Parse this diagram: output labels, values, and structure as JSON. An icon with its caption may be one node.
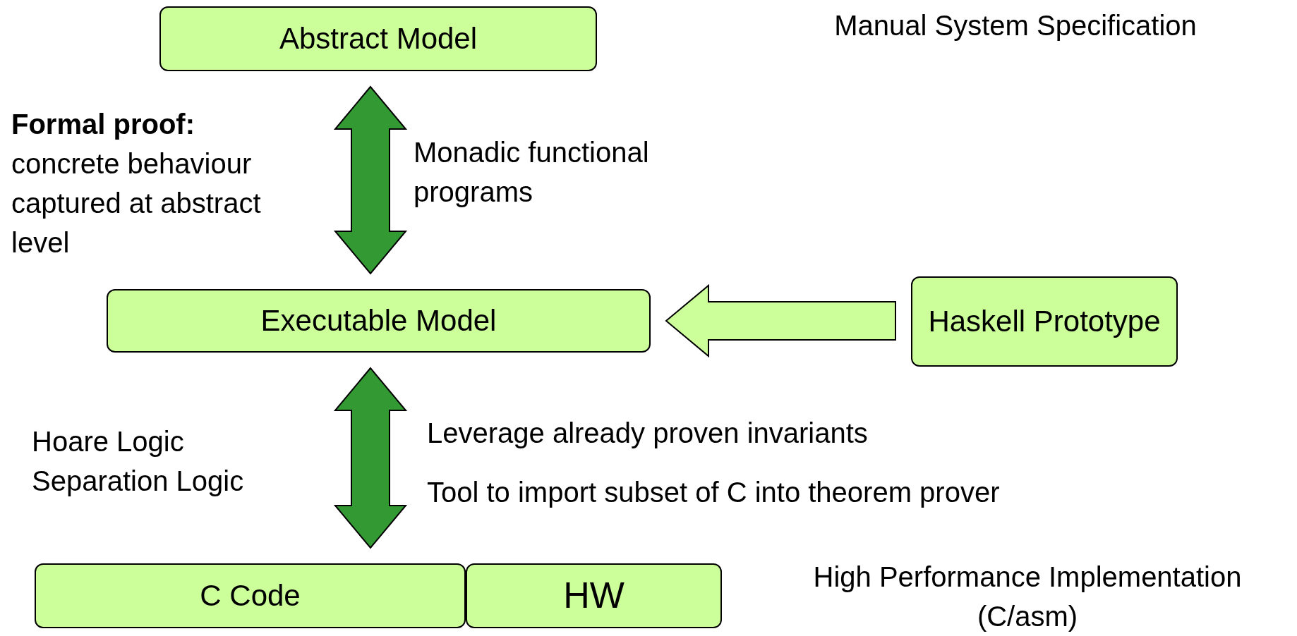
{
  "diagram": {
    "nodes": [
      {
        "text": [
          "Abstract Model"
        ]
      },
      {
        "text": [
          "Executable Model"
        ]
      },
      {
        "text": [
          "Haskell Prototype"
        ]
      },
      {
        "text": [
          "C Code"
        ]
      },
      {
        "text": [
          "HW"
        ]
      }
    ],
    "edges": [
      {
        "from": 0,
        "to": 1,
        "arrow": "both",
        "style": "thick"
      },
      {
        "from": 1,
        "to": 3,
        "arrow": "both",
        "style": "thick"
      },
      {
        "from": 2,
        "to": 1,
        "arrow": "to",
        "style": "thick",
        "color": "#ccff99"
      }
    ],
    "labels": [
      "Manual System Specification",
      "**Formal proof:** concrete behaviour captured at abstract level",
      "Monadic functional programs",
      "Hoare Logic Separation Logic",
      "Leverage already proven invariants",
      "Tool to import subset of C into theorem prover",
      "High Performance Implementation (C/asm)"
    ]
  }
}
